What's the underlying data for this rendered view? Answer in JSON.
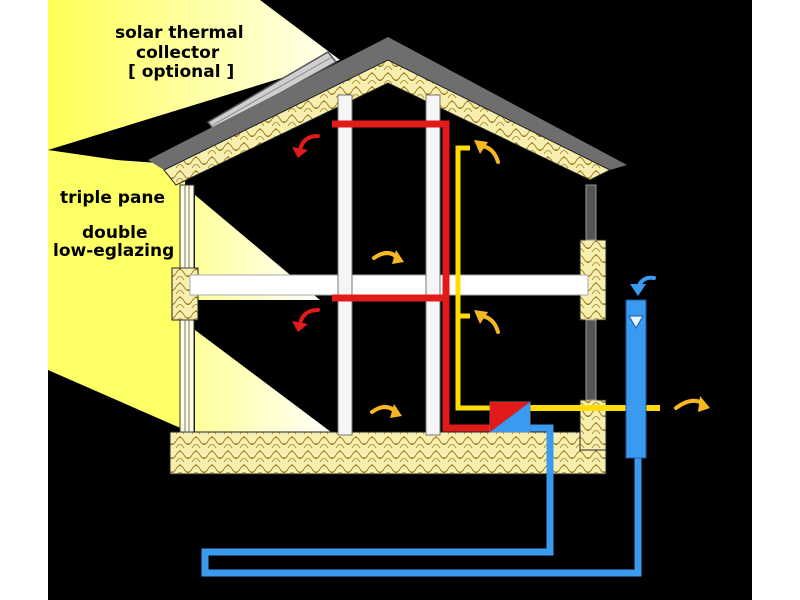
{
  "labels": {
    "collector_line1": "solar thermal",
    "collector_line2": "collector",
    "collector_line3": "[ optional ]",
    "glazing_line1": "triple pane",
    "glazing_line2": "double",
    "glazing_line3": "low-eglazing"
  },
  "colors": {
    "background": "#000000",
    "sunlight": "#ffff66",
    "insulation": "#f7efb0",
    "supply_air": "#e31a1a",
    "exhaust_air": "#ffdd00",
    "fresh_air": "#3a9af0",
    "heat_flow_arrow": "#f5b820",
    "roof": "#6e6e6e",
    "frame": "#ffffff"
  },
  "icons": [
    "warm-air-arrow-icon",
    "supply-air-arrow-icon",
    "fresh-air-intake-arrow-icon",
    "exhaust-outlet-arrow-icon",
    "heat-recovery-unit-icon"
  ]
}
